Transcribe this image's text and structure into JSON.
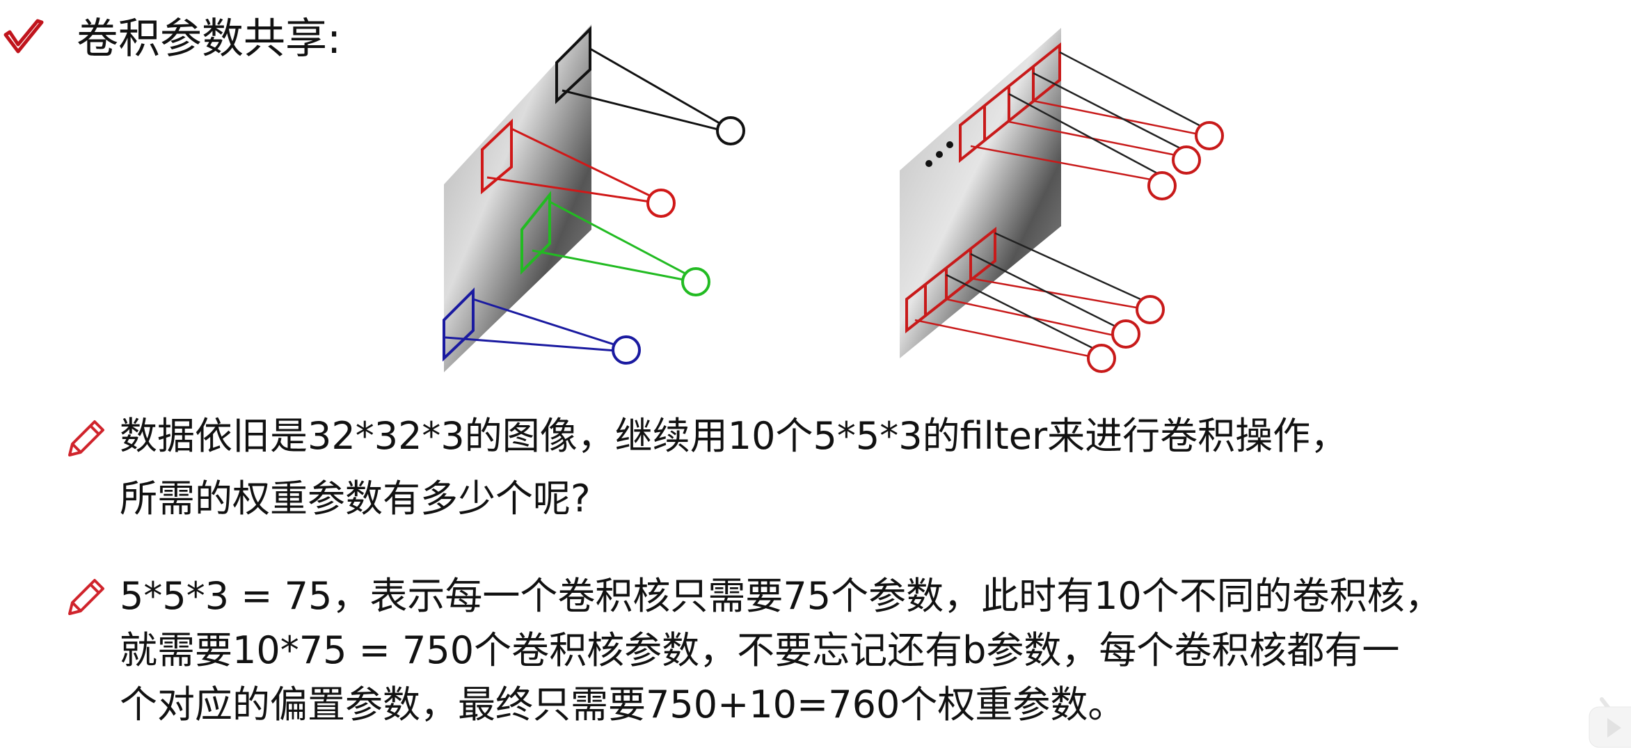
{
  "heading": {
    "title": "卷积参数共享:",
    "icon": "check-icon",
    "icon_color": "#c0141c"
  },
  "figures": {
    "left_colors": [
      "#111111",
      "#d01818",
      "#22bb22",
      "#1a1aa0"
    ],
    "right_color": "#c81a1a"
  },
  "bullets": [
    {
      "icon": "pencil-icon",
      "lines": [
        "数据依旧是32*32*3的图像，继续用10个5*5*3的filter来进行卷积操作，",
        "所需的权重参数有多少个呢?"
      ]
    },
    {
      "icon": "pencil-icon",
      "lines": [
        "5*5*3 = 75，表示每一个卷积核只需要75个参数，此时有10个不同的卷积核，",
        "就需要10*75 = 750个卷积核参数，不要忘记还有b参数，每个卷积核都有一",
        "个对应的偏置参数，最终只需要750+10=760个权重参数。"
      ]
    }
  ],
  "corner": {
    "icon": "tv-play-icon"
  }
}
